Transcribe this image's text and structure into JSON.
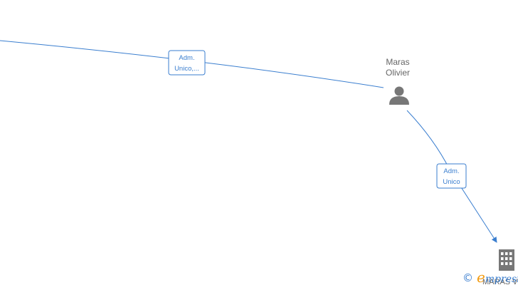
{
  "nodes": {
    "person": {
      "name_line1": "Maras",
      "name_line2": "Olivier",
      "icon": "person-icon"
    },
    "company": {
      "name": "MARAS VI",
      "icon": "building-icon"
    }
  },
  "edges": [
    {
      "label_line1": "Adm.",
      "label_line2": "Unico,..."
    },
    {
      "label_line1": "Adm.",
      "label_line2": "Unico"
    }
  ],
  "watermark": {
    "copyright": "©",
    "brand_initial": "e",
    "brand_rest": "mpresia"
  },
  "colors": {
    "edge": "#3a7ecf",
    "node_icon": "#777777",
    "brand_accent": "#f39c12"
  }
}
